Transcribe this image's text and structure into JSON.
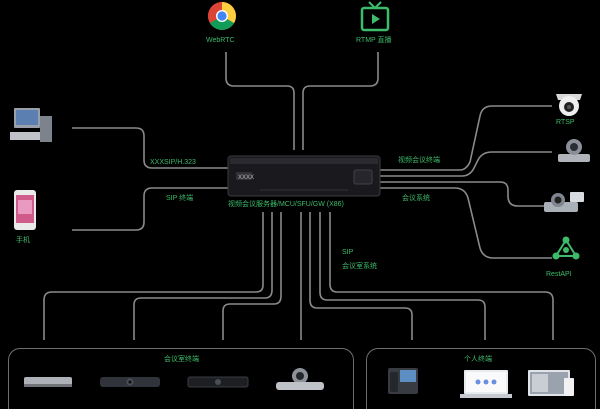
{
  "colors": {
    "background": "#000000",
    "line": "#8a8a8a",
    "label": "#3dbb6a",
    "server": "#1e1e22"
  },
  "top": {
    "browser": {
      "label": "WebRTC",
      "icon": "chrome-icon"
    },
    "rtmp": {
      "label": "RTMP 直播",
      "icon": "tv-icon"
    }
  },
  "left": {
    "pc": {
      "label": "",
      "icon": "desktop-computer-icon",
      "link_label": "XXXSIP/H.323"
    },
    "phone": {
      "label": "手机",
      "icon": "smartphone-icon",
      "link_label": "SIP 终端"
    }
  },
  "center": {
    "server_caption": "视频会议服务器/MCU/SFU/GW (X86)",
    "front_text": "XXXX"
  },
  "right": {
    "camera": {
      "label": "RTSP",
      "icon": "dome-camera-icon"
    },
    "conf_cam": {
      "label": "",
      "icon": "conference-camera-icon"
    },
    "conf_system": {
      "label": "",
      "icon": "conference-system-icon"
    },
    "rest": {
      "label": "RestAPI",
      "icon": "api-network-icon"
    },
    "link_label_upper": "视频会议终端",
    "link_label_lower": "会议系统"
  },
  "middle_labels": {
    "line1": "SIP",
    "line2": "会议室系统"
  },
  "bottom": {
    "group_left_title": "会议室终端",
    "group_right_title": "个人终端",
    "left_devices": [
      "hardware-codec-icon",
      "video-bar-icon",
      "soundbar-icon",
      "ptz-camera-icon"
    ],
    "right_devices": [
      "ip-phone-icon",
      "laptop-icon",
      "multi-screen-icon"
    ]
  }
}
